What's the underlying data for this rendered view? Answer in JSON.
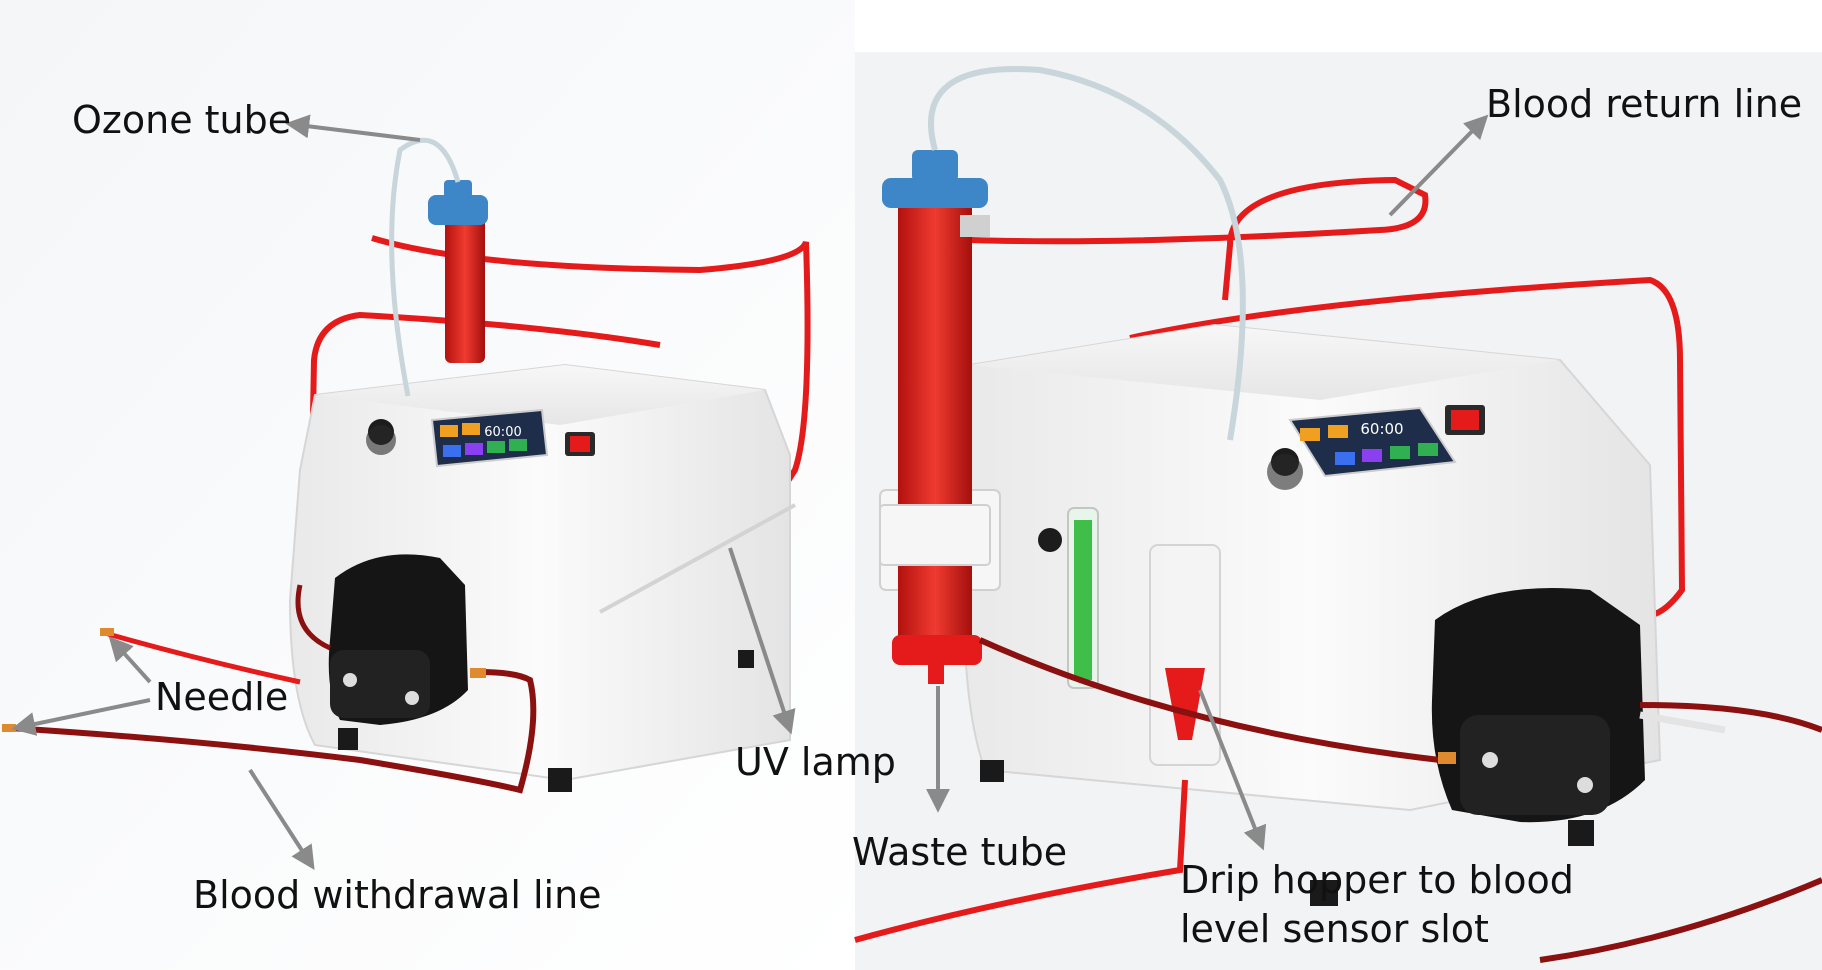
{
  "labels": {
    "ozone_tube": "Ozone tube",
    "needle": "Needle",
    "blood_withdrawal_line": "Blood withdrawal line",
    "uv_lamp": "UV lamp",
    "waste_tube": "Waste tube",
    "blood_return_line": "Blood return line",
    "drip_hopper_line1": "Drip hopper to blood",
    "drip_hopper_line2": "level sensor slot"
  },
  "screen": {
    "left_timer": "60:00",
    "right_timer": "60:00"
  },
  "colors": {
    "blood_bright": "#e51a1a",
    "blood_dark": "#8b1010",
    "device_body": "#f3f3f3",
    "pump": "#151515",
    "cap_blue": "#3d86c8",
    "arrow": "#8a8a8a",
    "flow_green": "#3fbf4a",
    "screen_bg": "#1e2d4a"
  }
}
